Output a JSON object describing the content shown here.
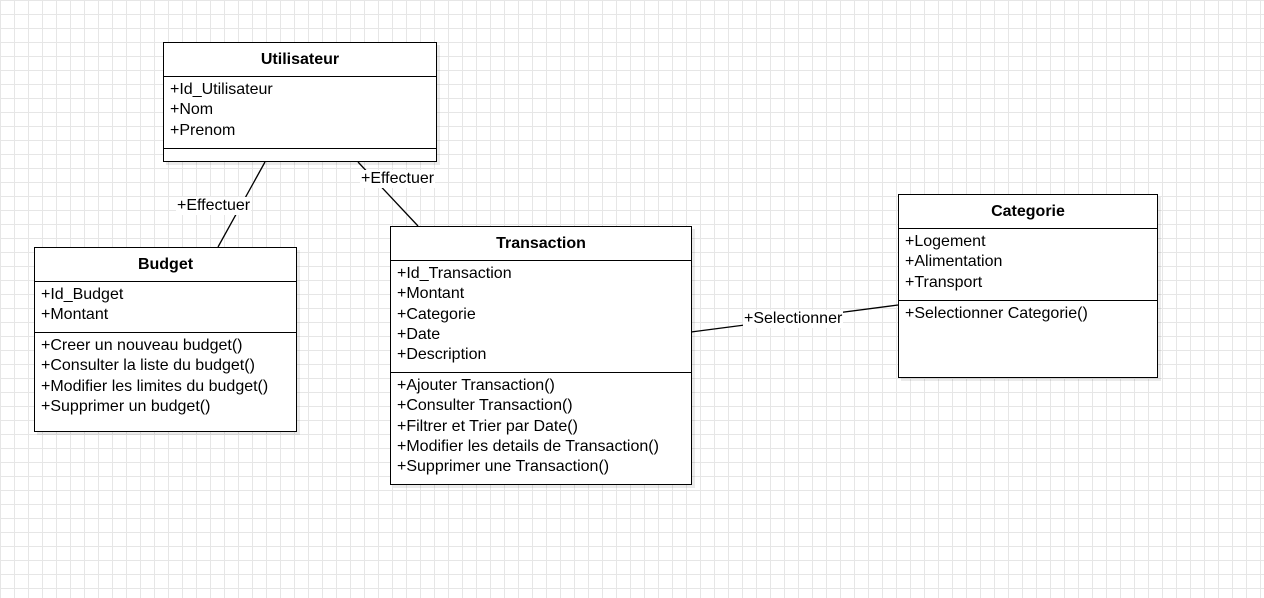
{
  "classes": {
    "utilisateur": {
      "name": "Utilisateur",
      "attributes": [
        "+Id_Utilisateur",
        "+Nom",
        "+Prenom"
      ],
      "methods": []
    },
    "budget": {
      "name": "Budget",
      "attributes": [
        "+Id_Budget",
        "+Montant"
      ],
      "methods": [
        "+Creer un nouveau budget()",
        "+Consulter la liste du budget()",
        "+Modifier les limites du budget()",
        "+Supprimer un budget()"
      ]
    },
    "transaction": {
      "name": "Transaction",
      "attributes": [
        "+Id_Transaction",
        "+Montant",
        "+Categorie",
        "+Date",
        "+Description"
      ],
      "methods": [
        "+Ajouter Transaction()",
        "+Consulter Transaction()",
        "+Filtrer et Trier par Date()",
        "+Modifier les details de Transaction()",
        "+Supprimer une Transaction()"
      ]
    },
    "categorie": {
      "name": "Categorie",
      "attributes": [
        "+Logement",
        "+Alimentation",
        "+Transport"
      ],
      "methods": [
        "+Selectionner Categorie()"
      ]
    }
  },
  "associations": [
    {
      "from": "Utilisateur",
      "to": "Budget",
      "label": "+Effectuer"
    },
    {
      "from": "Utilisateur",
      "to": "Transaction",
      "label": "+Effectuer"
    },
    {
      "from": "Transaction",
      "to": "Categorie",
      "label": "+Selectionner"
    }
  ]
}
